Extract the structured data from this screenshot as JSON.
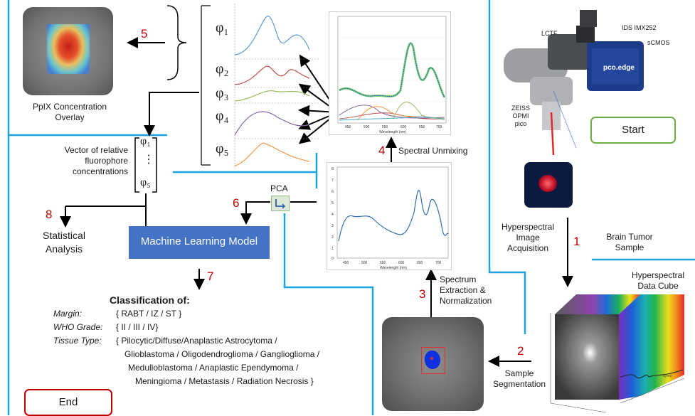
{
  "steps": {
    "start": "Start",
    "end": "End",
    "s1": "1",
    "s2": "2",
    "s3": "3",
    "s4": "4",
    "s5": "5",
    "s6": "6",
    "s7": "7",
    "s8": "8"
  },
  "labels": {
    "ppix_overlay": [
      "PpIX Concentration",
      "Overlay"
    ],
    "vector": [
      "Vector of relative",
      "fluorophore",
      "concentrations"
    ],
    "statistical": [
      "Statistical",
      "Analysis"
    ],
    "pca": "PCA",
    "ml_model": "Machine Learning Model",
    "spectral_unmixing": "Spectral Unmixing",
    "spectrum_extraction": [
      "Spectrum",
      "Extraction &",
      "Normalization"
    ],
    "hyperspectral_acq": [
      "Hyperspectral",
      "Image",
      "Acquisition"
    ],
    "brain_tumor": [
      "Brain Tumor",
      "Sample"
    ],
    "data_cube": [
      "Hyperspectral",
      "Data Cube"
    ],
    "sample_segmentation": [
      "Sample",
      "Segmentation"
    ],
    "lctf": "LCTF",
    "ids": "IDS IMX252",
    "scmos": "sCMOS",
    "zeiss": [
      "ZEISS",
      "OPMI",
      "pico"
    ],
    "pco": "pco.edge",
    "wavelength_axis": "Wavelength (nm)",
    "wavelength_axis_short": "λ(nm)"
  },
  "fluorophores": [
    "φ₁",
    "φ₂",
    "φ₃",
    "φ₄",
    "φ₅"
  ],
  "vector_symbols": [
    "φ₁",
    "⋮",
    "φ₅"
  ],
  "classification": {
    "heading": "Classification of:",
    "rows": [
      {
        "key": "Margin:",
        "value": "{ RABT / IZ / ST }"
      },
      {
        "key": "WHO Grade:",
        "value": "{ II / III / IV}"
      },
      {
        "key": "Tissue Type:",
        "value": "{ Pilocytic/Diffuse/Anaplastic Astrocytoma /"
      }
    ],
    "continuation": [
      "Glioblastoma / Oligodendroglioma / Ganglioglioma /",
      "Medulloblastoma / Anaplastic Ependymoma /",
      "Meningioma / Metastasis / Radiation Necrosis }"
    ]
  },
  "spectrum_ticks_x": [
    "450",
    "500",
    "550",
    "600",
    "650",
    "700"
  ],
  "spectrum_ticks_y": [
    "8",
    "7",
    "6",
    "5",
    "4",
    "3",
    "2",
    "1",
    "0"
  ],
  "unmix_ticks_x": [
    "450",
    "500",
    "550",
    "600",
    "650",
    "700"
  ],
  "colors": {
    "accent_blue": "#1aa3dc",
    "step_red": "#c00000",
    "start_green": "#70ad47",
    "ml_blue": "#4472c4"
  }
}
